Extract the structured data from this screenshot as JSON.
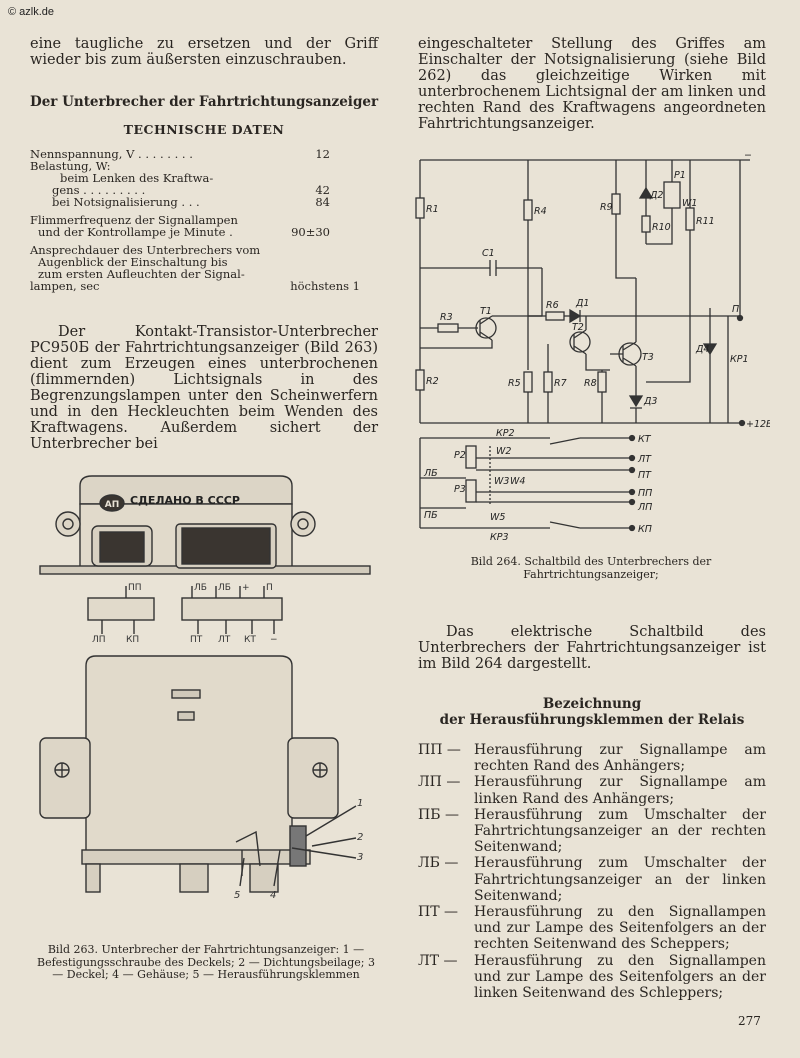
{
  "watermark": "© azlk.de",
  "left_col": {
    "intro_text": "eine taugliche zu ersetzen und der Griff wieder bis zum äußersten einzuschrauben.",
    "section_title": "Der Unterbrecher der Fahrtrichtungsanzeiger",
    "tech_title": "TECHNISCHE DATEN",
    "specs": {
      "nennspannung_label": "Nennspannung, V . . . . . . . .",
      "nennspannung_val": "12",
      "belastung_label": "Belastung, W:",
      "lenken_label_1": "beim Lenken des Kraftwa-",
      "lenken_label_2": "gens . . . . . . . . .",
      "lenken_val": "42",
      "notsignal_label": "bei Notsignalisierung . . .",
      "notsignal_val": "84",
      "flimmer_label_1": "Flimmerfrequenz der Signallampen",
      "flimmer_label_2": "und der Kontrollampe je Minute .",
      "flimmer_val": "90±30",
      "ansprech_label_1": "Ansprechdauer des Unterbrechers vom",
      "ansprech_label_2": "Augenblick der Einschaltung bis",
      "ansprech_label_3": "zum ersten Aufleuchten der Signal-",
      "ansprech_label_4": "lampen, sec",
      "ansprech_val": "höchstens 1"
    },
    "paragraph": "Der Kontakt-Transistor-Unterbrecher PC950Б der Fahrtrichtungsanzeiger (Bild 263) dient zum Erzeugen eines unterbrochenen (flimmernden) Lichtsignals in des Begrenzungslampen unter den Scheinwerfern und in den Heckleuchten beim Wenden des Kraftwagens. Außerdem sichert der Unterbrecher bei",
    "caption_263": "Bild 263. Unterbrecher der Fahrtrichtungsanzeiger: 1 — Befestigungsschraube des Deckels; 2 — Dichtungsbeilage; 3 — Deckel; 4 — Gehäuse; 5 — Herausführungsklemmen",
    "fig263": {
      "stamp": "СДЕЛАНО В СССР",
      "logo": "АП",
      "pin_pp": "ПП",
      "pin_lp": "ЛП",
      "pin_kp": "КП",
      "pin_lb": "ЛБ",
      "pin_lb2": "ЛБ",
      "pin_plus": "+",
      "pin_p": "П",
      "pin_pt": "ПТ",
      "pin_lt": "ЛТ",
      "pin_kt": "КТ",
      "pin_minus": "−",
      "n1": "1",
      "n2": "2",
      "n3": "3",
      "n4": "4",
      "n5": "5"
    }
  },
  "right_col": {
    "top_text": "eingeschalteter Stellung des Griffes am Einschalter der Notsignalisierung (siehe Bild 262) das gleichzeitige Wirken mit unterbrochenem Lichtsignal der am linken und rechten Rand des Kraftwagens angeordneten Fahrtrichtungsanzeiger.",
    "schematic": {
      "minus": "−",
      "plus12": "+12В",
      "P": "П",
      "R1": "R1",
      "R2": "R2",
      "R3": "R3",
      "R4": "R4",
      "R5": "R5",
      "R6": "R6",
      "R7": "R7",
      "R8": "R8",
      "R9": "R9",
      "R10": "R10",
      "R11": "R11",
      "C1": "C1",
      "T1": "T1",
      "T2": "T2",
      "T3": "T3",
      "D1": "Д1",
      "D2": "Д2",
      "D3": "Д3",
      "D4": "Д4",
      "P1": "P1",
      "W1": "W1",
      "KP1": "КР1",
      "KP2": "КР2",
      "KP3": "КР3",
      "P2": "P2",
      "P3": "P3",
      "W2": "W2",
      "W3": "W3",
      "W4": "W4",
      "W5": "W5",
      "LB": "ЛБ",
      "PB": "ПБ",
      "KT": "КТ",
      "LT": "ЛТ",
      "PT": "ПТ",
      "PP": "ПП",
      "LP": "ЛП",
      "KP": "КП"
    },
    "caption_264": "Bild 264. Schaltbild des Unterbrechers der Fahrtrichtungsanzeiger;",
    "schematic_text": "Das elektrische Schaltbild des Unterbrechers der Fahrtrichtungsanzeiger ist im Bild 264 dargestellt.",
    "terms_title_1": "Bezeichnung",
    "terms_title_2": "der Herausführungsklemmen der Relais",
    "terms": [
      {
        "code": "ПП —",
        "text": "Herausführung zur Signallampe am rechten Rand des Anhängers;"
      },
      {
        "code": "ЛП —",
        "text": "Herausführung zur Signallampe am linken Rand des Anhängers;"
      },
      {
        "code": "ПБ —",
        "text": "Herausführung zum Umschalter der Fahrtrichtungsanzeiger an der rechten Seitenwand;"
      },
      {
        "code": "ЛБ —",
        "text": "Herausführung zum Umschalter der Fahrtrichtungsanzeiger an der linken Seitenwand;"
      },
      {
        "code": "ПТ —",
        "text": "Herausführung zu den Signallampen und zur Lampe des Seitenfolgers an der rechten Seitenwand des Scheppers;"
      },
      {
        "code": "ЛТ —",
        "text": "Herausführung zu den Signallampen und zur Lampe des Seitenfolgers an der linken Seitenwand des Schleppers;"
      }
    ]
  },
  "page_number": "277"
}
